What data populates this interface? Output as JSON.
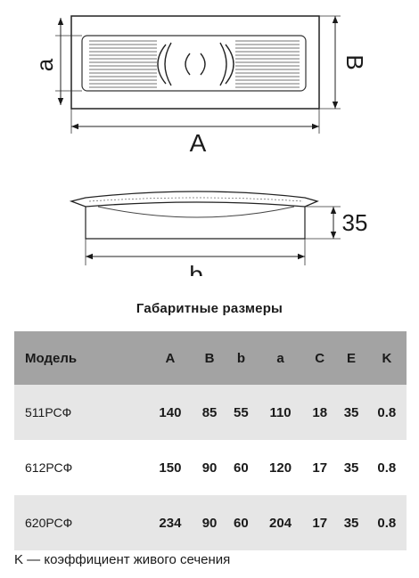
{
  "drawing": {
    "top_view_labels": {
      "a": "a",
      "B": "B",
      "A": "A"
    },
    "side_view_labels": {
      "height": "35",
      "b": "b"
    }
  },
  "title": "Габаритные размеры",
  "table": {
    "columns": [
      "Модель",
      "A",
      "B",
      "b",
      "a",
      "C",
      "E",
      "K"
    ],
    "rows": [
      [
        "511РСФ",
        "140",
        "85",
        "55",
        "110",
        "18",
        "35",
        "0.8"
      ],
      [
        "612РСФ",
        "150",
        "90",
        "60",
        "120",
        "17",
        "35",
        "0.8"
      ],
      [
        "620РСФ",
        "234",
        "90",
        "60",
        "204",
        "17",
        "35",
        "0.8"
      ]
    ]
  },
  "note": "K — коэффициент живого сечения"
}
